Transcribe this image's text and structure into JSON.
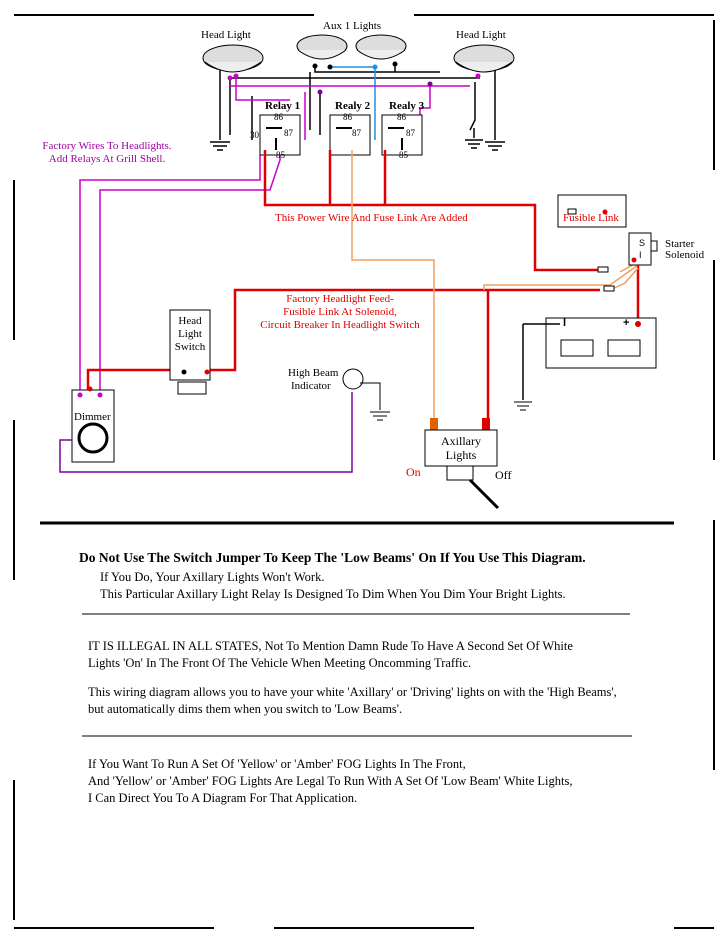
{
  "labels": {
    "head_light_left": "Head Light",
    "aux_lights": "Aux 1 Lights",
    "head_light_right": "Head Light",
    "relay1": "Relay 1",
    "relay2": "Realy 2",
    "relay3": "Realy 3",
    "pin86": "86",
    "pin87": "87",
    "pin30": "30",
    "pin85": "85",
    "factory_wires_1": "Factory Wires To Headlights.",
    "factory_wires_2": "Add Relays At Grill Shell.",
    "power_wire": "This Power Wire And Fuse Link Are Added",
    "fusible_link": "Fusible Link",
    "starter_1": "Starter",
    "starter_2": "Solenoid",
    "factory_feed_1": "Factory Headlight Feed-",
    "factory_feed_2": "Fusible Link At Solenoid,",
    "factory_feed_3": "Circuit Breaker In Headlight Switch",
    "head_switch_1": "Head",
    "head_switch_2": "Light",
    "head_switch_3": "Switch",
    "high_beam_1": "High Beam",
    "high_beam_2": "Indicator",
    "dimmer": "Dimmer",
    "aux_switch_1": "Axillary",
    "aux_switch_2": "Lights",
    "on": "On",
    "off": "Off",
    "batt_neg": "I",
    "batt_pos": "+",
    "sol_s": "S",
    "sol_i": "I"
  },
  "notes": {
    "warning": "Do Not Use The Switch Jumper To Keep The 'Low Beams' On If You Use This Diagram.",
    "line1": "If You Do, Your Axillary Lights Won't Work.",
    "line2": "This Particular Axillary Light Relay Is Designed To Dim When You Dim Your Bright Lights.",
    "illegal1": "IT IS ILLEGAL IN ALL STATES, Not To Mention Damn Rude To Have A Second Set Of White",
    "illegal2": "Lights 'On' In The Front Of The Vehicle When Meeting Oncomming Traffic.",
    "purpose1": "This wiring diagram allows you to have your white 'Axillary' or 'Driving' lights on with the 'High Beams',",
    "purpose2": "but automatically dims them when you switch to 'Low Beams'.",
    "fog1": "If You Want To Run A Set Of 'Yellow' or 'Amber' FOG Lights In The Front,",
    "fog2": "And 'Yellow' or 'Amber' FOG Lights Are Legal To Run With A Set Of 'Low Beam' White Lights,",
    "fog3": "I Can Direct You To A Diagram For That Application."
  },
  "colors": {
    "power": "#e00000",
    "factory": "#cc00cc",
    "aux_feed": "#f0a060",
    "ground": "#000000",
    "indicator": "#8000a0",
    "blue": "#2090e0"
  }
}
